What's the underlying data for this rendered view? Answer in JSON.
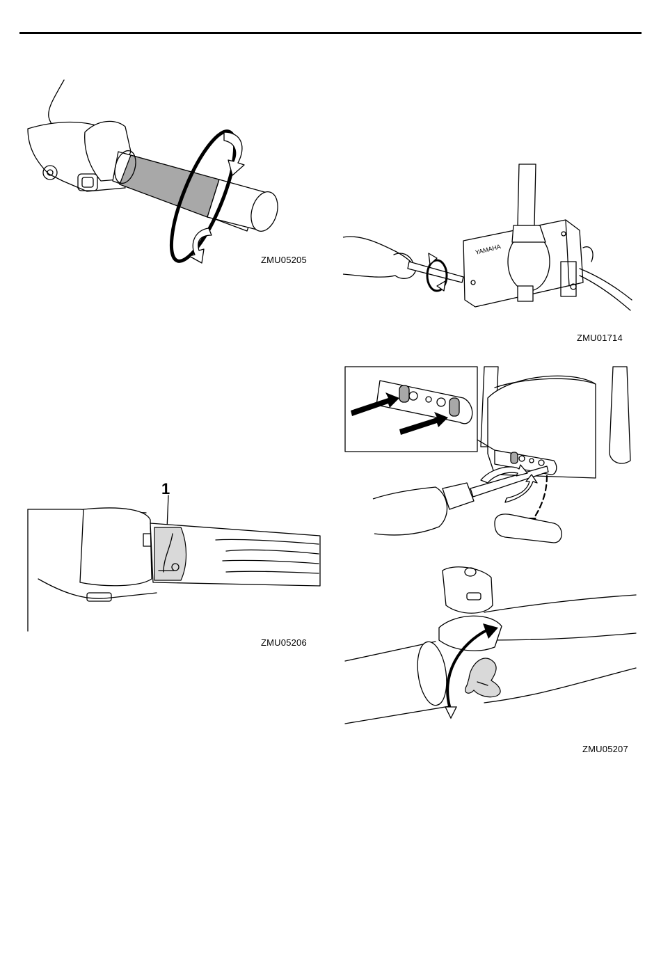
{
  "figures": [
    {
      "id": "fig1",
      "code": "ZMU05205",
      "icons": [
        "tiller-handle",
        "twist-grip-arrows"
      ]
    },
    {
      "id": "fig2",
      "code": "ZMU01714",
      "icons": [
        "remote-control-box",
        "hand-with-screwdriver",
        "rotation-arrows"
      ]
    },
    {
      "id": "fig3",
      "code": "ZMU05206",
      "callout": "1",
      "icons": [
        "tiller-handle",
        "throttle-indicator"
      ]
    },
    {
      "id": "fig4",
      "code": "ZMU05207",
      "icons": [
        "remote-control-box",
        "screwdriver",
        "cover-plate",
        "pointer-arrows"
      ]
    },
    {
      "id": "fig5",
      "code": "ZMU05207",
      "icons": [
        "tiller-handle",
        "friction-knob",
        "rotation-arrow"
      ]
    }
  ],
  "brand_mark": "YAMAHA"
}
